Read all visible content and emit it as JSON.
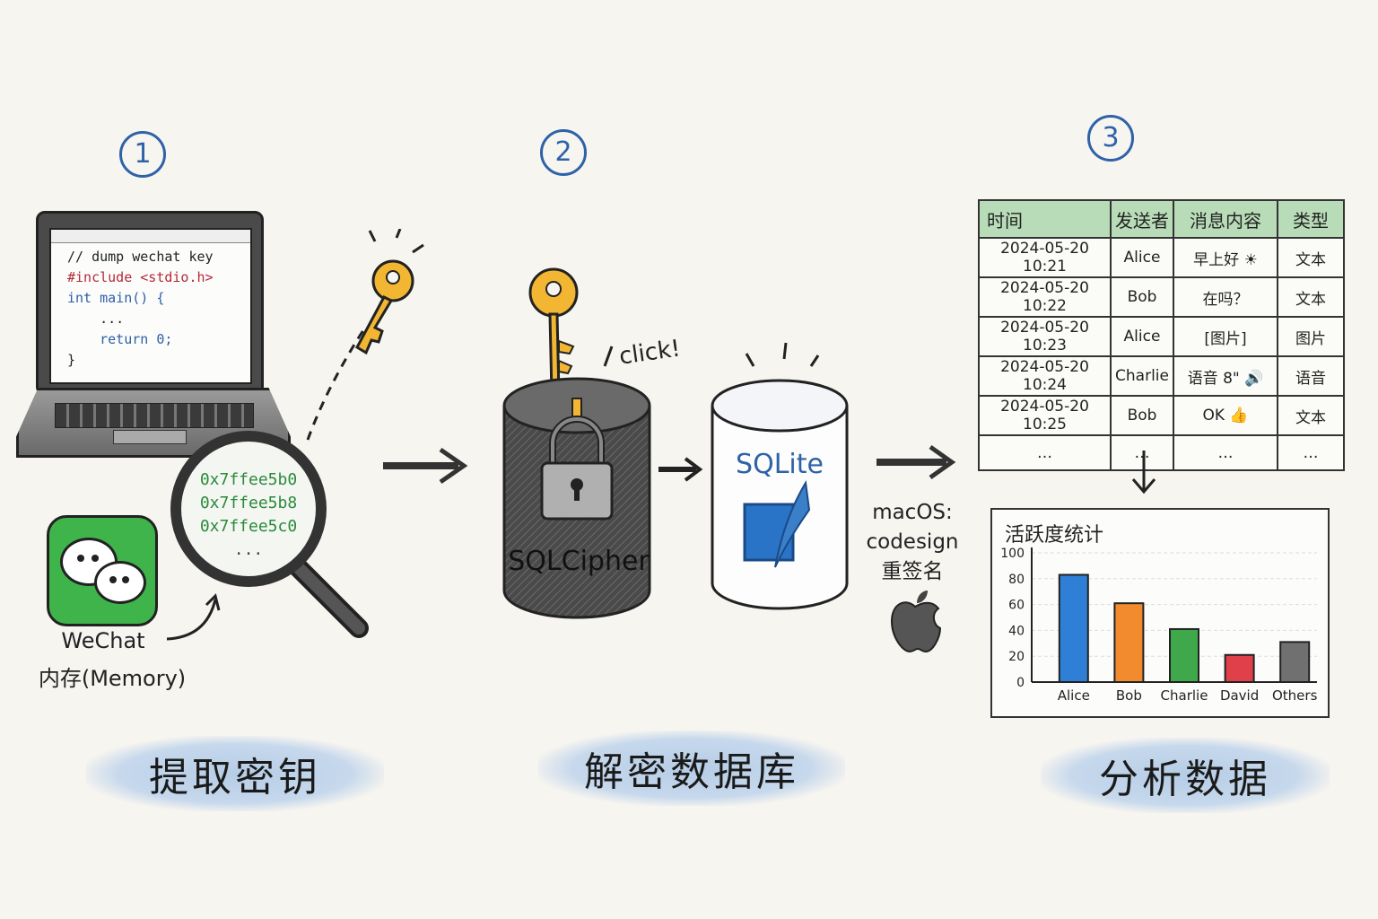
{
  "steps": [
    "1",
    "2",
    "3"
  ],
  "stage1": {
    "code_lines": [
      "// dump wechat key",
      "#include <stdio.h>",
      "int main() {",
      "    ...",
      "    return 0;",
      "}"
    ],
    "memory_addresses": [
      "0x7ffee5b0",
      "0x7ffee5b8",
      "0x7ffee5c0",
      "..."
    ],
    "caption_line1": "WeChat",
    "caption_line2": "内存(Memory)",
    "label": "提取密钥"
  },
  "stage2": {
    "click_text": "click!",
    "encrypted_db": "SQLCipher",
    "decrypted_db": "SQLite",
    "macos_line1": "macOS:",
    "macos_line2": "codesign",
    "macos_line3": "重签名",
    "label": "解密数据库"
  },
  "stage3": {
    "table": {
      "headers": [
        "时间",
        "发送者",
        "消息内容",
        "类型"
      ],
      "rows": [
        [
          "2024-05-20 10:21",
          "Alice",
          "早上好 ☀",
          "文本"
        ],
        [
          "2024-05-20 10:22",
          "Bob",
          "在吗？",
          "文本"
        ],
        [
          "2024-05-20 10:23",
          "Alice",
          "[图片]",
          "图片"
        ],
        [
          "2024-05-20 10:24",
          "Charlie",
          "语音 8\" 🔊",
          "语音"
        ],
        [
          "2024-05-20 10:25",
          "Bob",
          "OK 👍",
          "文本"
        ],
        [
          "…",
          "…",
          "…",
          "…"
        ]
      ]
    },
    "label": "分析数据"
  },
  "chart_data": {
    "type": "bar",
    "title": "活跃度统计",
    "categories": [
      "Alice",
      "Bob",
      "Charlie",
      "David",
      "Others"
    ],
    "values": [
      83,
      61,
      41,
      21,
      31
    ],
    "colors": [
      "#2f7fd6",
      "#f28a2e",
      "#3fa84a",
      "#e0404a",
      "#707070"
    ],
    "yticks": [
      "0",
      "20",
      "40",
      "60",
      "80",
      "100"
    ],
    "ylim": [
      0,
      100
    ],
    "xlabel": "",
    "ylabel": ""
  }
}
